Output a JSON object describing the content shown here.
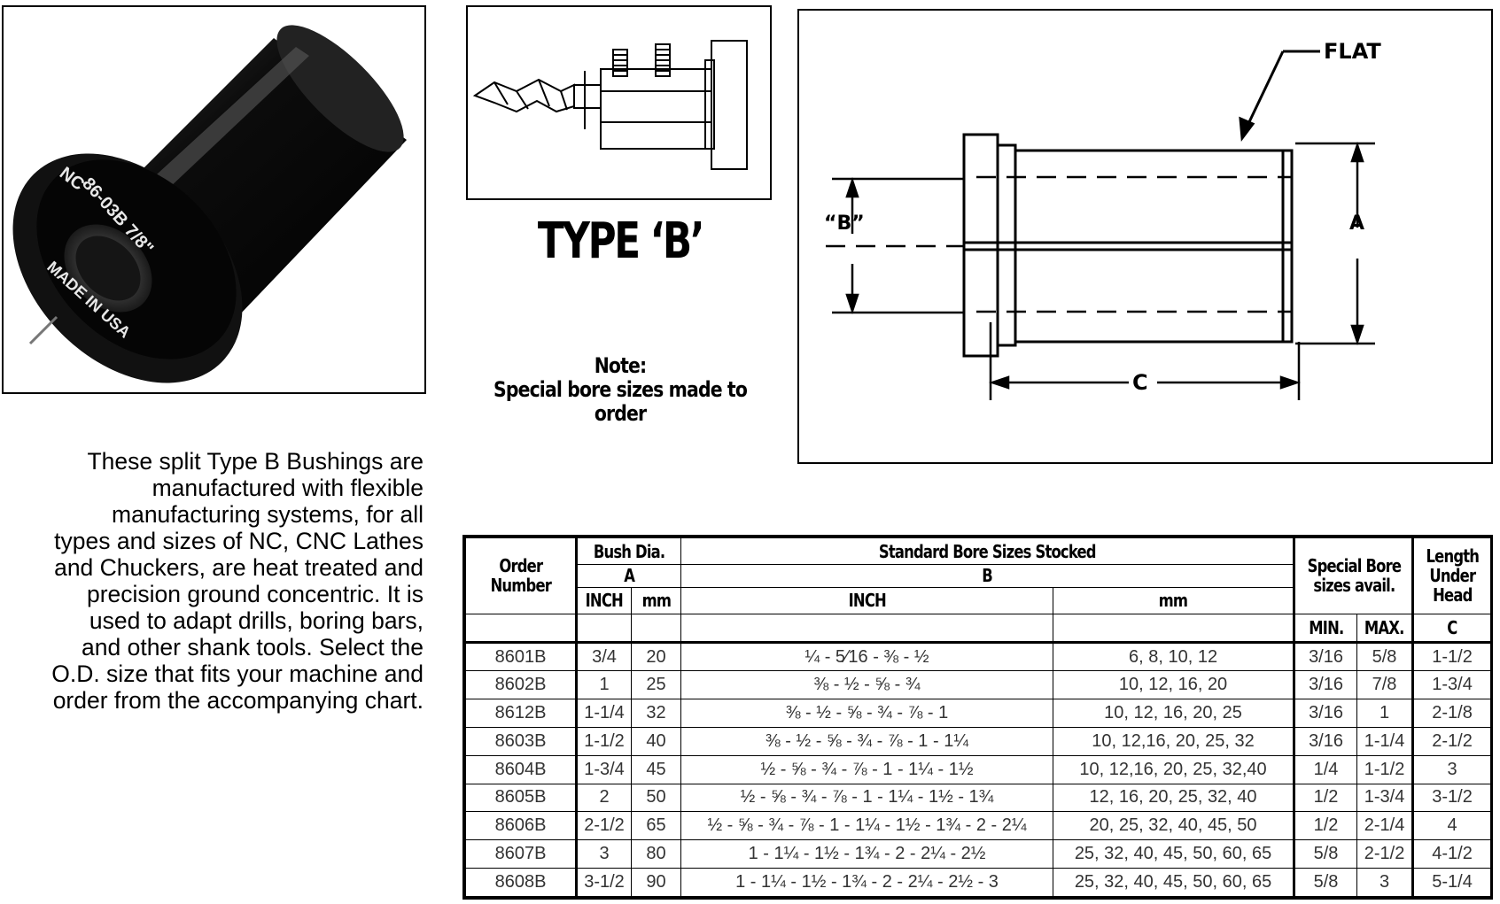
{
  "photo": {
    "engraving_logo": "NC",
    "engraving_part": "86-03B 7/8\"",
    "engraving_origin": "MADE IN USA"
  },
  "title": "TYPE ‘B’",
  "note": {
    "line1": "Note:",
    "line2": "Special bore sizes made to",
    "line3": "order"
  },
  "diagram": {
    "label_flat": "FLAT",
    "label_b": "“B”",
    "label_a": "A",
    "label_c": "C"
  },
  "description": [
    "These split Type B Bushings are",
    "manufactured with flexible",
    "manufacturing systems, for all",
    "types and sizes of NC, CNC Lathes",
    "and Chuckers, are heat treated and",
    "precision ground concentric. It is",
    "used to adapt drills, boring bars,",
    "and other shank tools. Select the",
    "O.D. size that fits your machine and",
    "order from the accompanying chart."
  ],
  "table": {
    "h_order_1": "Order",
    "h_order_2": "Number",
    "h_bush": "Bush Dia.",
    "h_bush_a": "A",
    "h_inch": "INCH",
    "h_mm": "mm",
    "h_standard": "Standard Bore Sizes Stocked",
    "h_standard_b": "B",
    "h_std_inch": "INCH",
    "h_std_mm": "mm",
    "h_special_1": "Special Bore",
    "h_special_2": "sizes avail.",
    "h_min": "MIN.",
    "h_max": "MAX.",
    "h_length_1": "Length",
    "h_length_2": "Under",
    "h_length_3": "Head",
    "h_length_c": "C",
    "rows": [
      [
        "8601B",
        "3/4",
        "20",
        "¼ - 5⁄16 - ⅜ - ½",
        "6, 8, 10, 12",
        "3/16",
        "5/8",
        "1-1/2"
      ],
      [
        "8602B",
        "1",
        "25",
        "⅜ - ½ - ⅝ - ¾",
        "10, 12, 16, 20",
        "3/16",
        "7/8",
        "1-3/4"
      ],
      [
        "8612B",
        "1-1/4",
        "32",
        "⅜ - ½ - ⅝ - ¾ - ⅞ - 1",
        "10, 12, 16, 20, 25",
        "3/16",
        "1",
        "2-1/8"
      ],
      [
        "8603B",
        "1-1/2",
        "40",
        "⅜ - ½ - ⅝ - ¾ - ⅞ - 1 - 1¼",
        "10, 12,16, 20, 25, 32",
        "3/16",
        "1-1/4",
        "2-1/2"
      ],
      [
        "8604B",
        "1-3/4",
        "45",
        "½ - ⅝ - ¾ - ⅞ - 1 - 1¼ - 1½",
        "10, 12,16, 20, 25, 32,40",
        "1/4",
        "1-1/2",
        "3"
      ],
      [
        "8605B",
        "2",
        "50",
        "½ - ⅝ - ¾ - ⅞ - 1 - 1¼ - 1½ - 1¾",
        "12, 16, 20, 25, 32, 40",
        "1/2",
        "1-3/4",
        "3-1/2"
      ],
      [
        "8606B",
        "2-1/2",
        "65",
        "½ - ⅝ - ¾ - ⅞ - 1 - 1¼ - 1½ - 1¾ - 2 - 2¼",
        "20, 25, 32, 40, 45, 50",
        "1/2",
        "2-1/4",
        "4"
      ],
      [
        "8607B",
        "3",
        "80",
        "1 - 1¼ - 1½ - 1¾ - 2 - 2¼ - 2½",
        "25, 32, 40, 45, 50, 60, 65",
        "5/8",
        "2-1/2",
        "4-1/2"
      ],
      [
        "8608B",
        "3-1/2",
        "90",
        "1 - 1¼ - 1½ - 1¾ - 2 - 2¼ - 2½ - 3",
        "25, 32, 40, 45, 50, 60, 65",
        "5/8",
        "3",
        "5-1/4"
      ]
    ]
  }
}
